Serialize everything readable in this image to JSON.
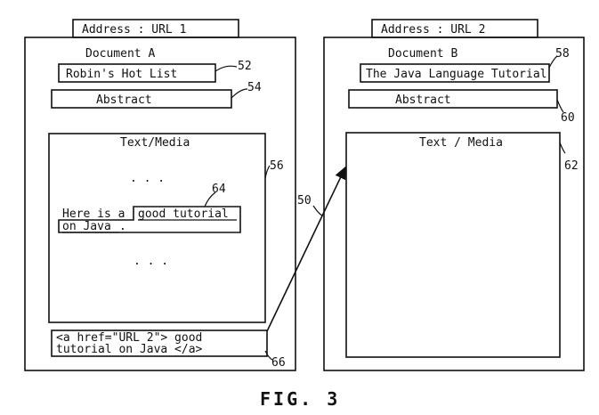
{
  "doc_a": {
    "address": "Address : URL 1",
    "title": "Document A",
    "hotlist": "Robin's Hot List",
    "abstract": "Abstract",
    "media_label": "Text/Media",
    "dots_top": ". . .",
    "text_line1_prefix": "Here is a",
    "text_line1_link": "good tutorial",
    "text_line2_link": "on Java",
    "text_line2_suffix": ".",
    "dots_bottom": ". . .",
    "code_line1": "<a href=\"URL 2\"> good",
    "code_line2": "tutorial on Java </a>",
    "refs": {
      "hotlist": "52",
      "abstract": "54",
      "media": "56",
      "link": "64",
      "code": "66"
    }
  },
  "doc_b": {
    "address": "Address : URL 2",
    "title": "Document  B",
    "tutorial": "The Java Language Tutorial",
    "abstract": "Abstract",
    "media_label": "Text / Media",
    "refs": {
      "tutorial": "58",
      "abstract": "60",
      "media": "62"
    }
  },
  "connector_ref": "50",
  "caption": "FIG. 3"
}
